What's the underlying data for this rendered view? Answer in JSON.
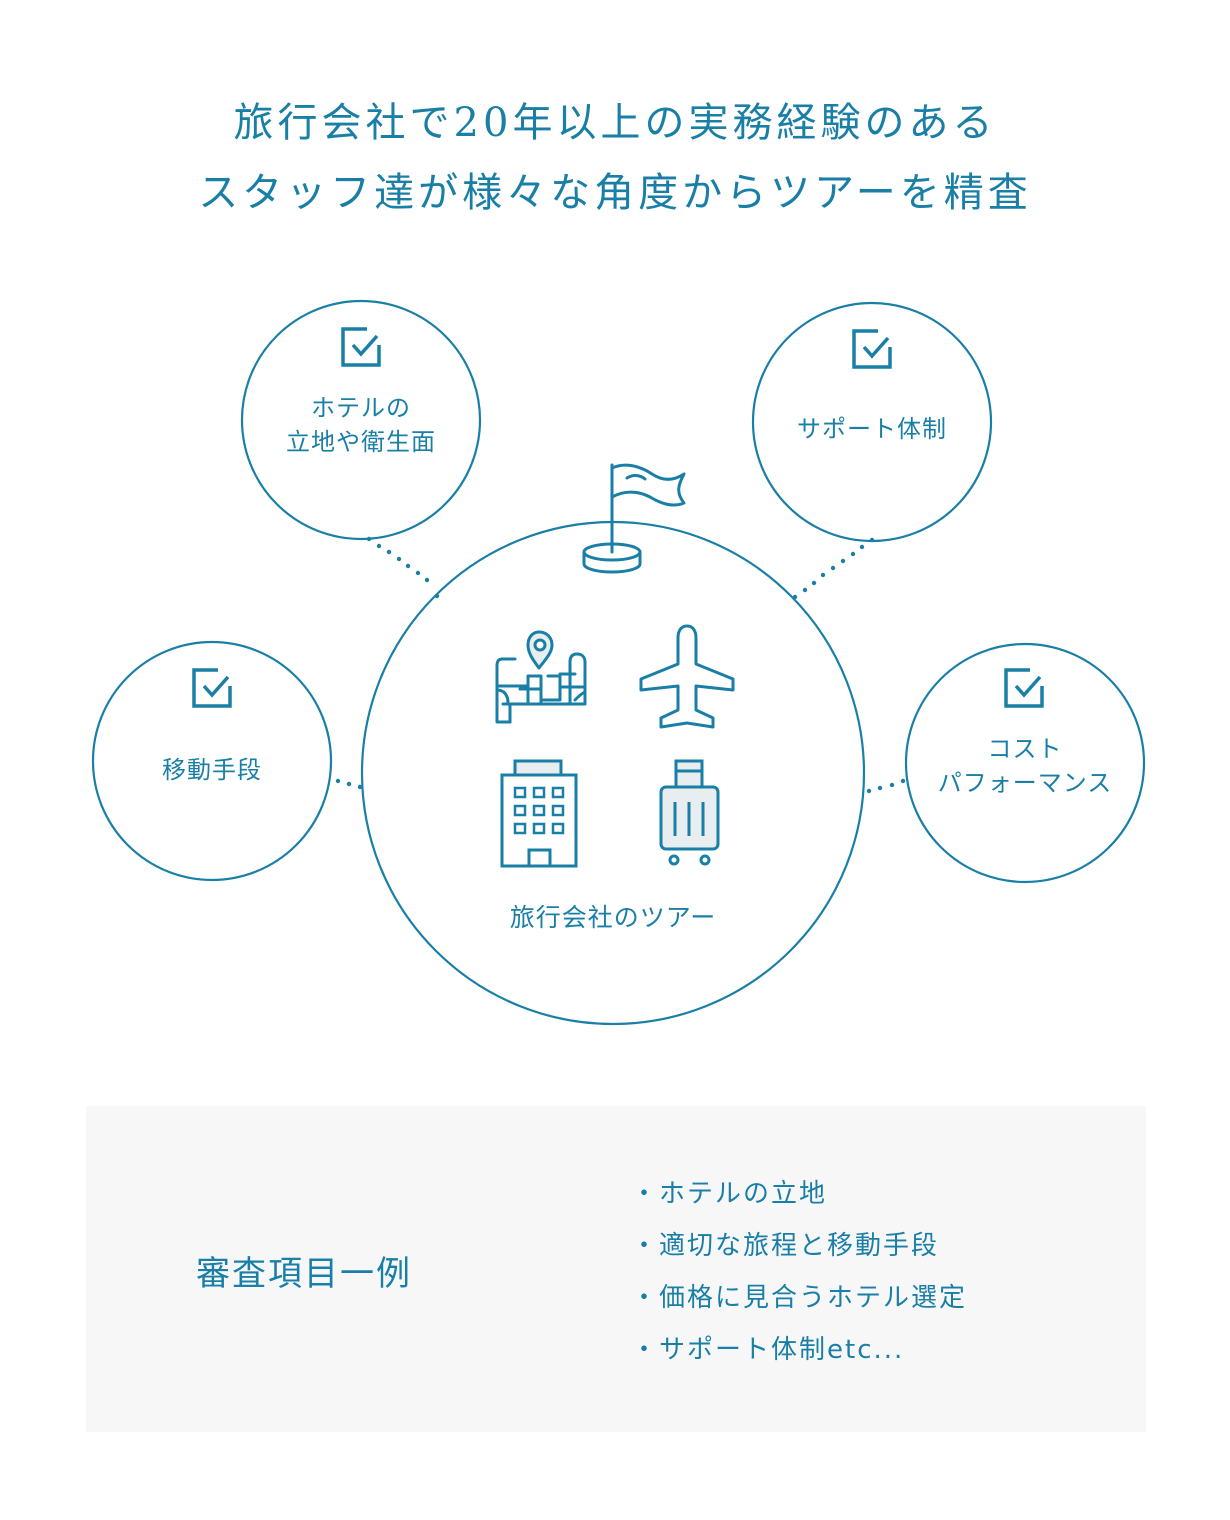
{
  "headline": {
    "line1": "旅行会社で20年以上の実務経験のある",
    "line2": "スタッフ達が様々な角度からツアーを精査"
  },
  "colors": {
    "accent": "#1a7fa6",
    "icon_fill": "#e8eeef",
    "panel_bg": "#f7f7f8",
    "background": "#ffffff"
  },
  "diagram": {
    "center": {
      "label": "旅行会社のツアー",
      "top_icon": "flag-icon",
      "icons": [
        "map-pin-icon",
        "airplane-icon",
        "hotel-building-icon",
        "suitcase-icon"
      ]
    },
    "satellites": [
      {
        "id": "hotel",
        "icon": "checkbox-icon",
        "line1": "ホテルの",
        "line2": "立地や衛生面"
      },
      {
        "id": "support",
        "icon": "checkbox-icon",
        "line1": "サポート体制",
        "line2": ""
      },
      {
        "id": "transport",
        "icon": "checkbox-icon",
        "line1": "移動手段",
        "line2": ""
      },
      {
        "id": "cost",
        "icon": "checkbox-icon",
        "line1": "コスト",
        "line2": "パフォーマンス"
      }
    ]
  },
  "panel": {
    "title": "審査項目一例",
    "bullet": "・",
    "items": [
      "ホテルの立地",
      "適切な旅程と移動手段",
      "価格に見合うホテル選定",
      "サポート体制etc..."
    ]
  }
}
